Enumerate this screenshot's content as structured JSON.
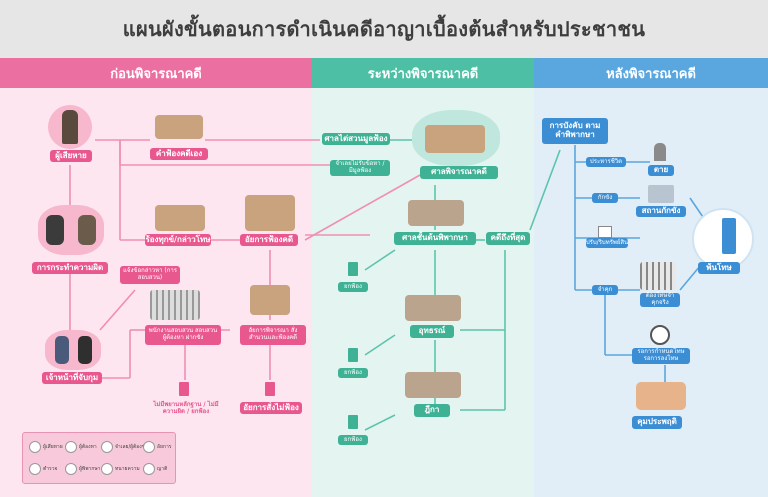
{
  "title": "แผนผังขั้นตอนการดำเนินคดีอาญาเบื้องต้นสำหรับประชาชน",
  "columns": {
    "before": "ก่อนพิจารณาคดี",
    "during": "ระหว่างพิจารณาคดี",
    "after": "หลังพิจารณาคดี"
  },
  "before": {
    "victim": "ผู้เสียหาย",
    "crime": "การกระทำความผิด",
    "officer": "เจ้าหน้าที่จับกุม",
    "private_suit": "คำฟ้องคดีเอง",
    "complaint": "ร้องทุกข์/กล่าวโทษ",
    "prosecutor_sue": "อัยการฟ้องคดี",
    "prosecutor_no_sue": "อัยการสั่งไม่ฟ้อง",
    "note_report": "แจ้งข้อกล่าวหา (การสอบสวน)",
    "note_investigation": "พนักงานสอบสวน สอบสวนผู้ต้องหา ฝากขัง",
    "note_prosecutor": "อัยการพิจารณา สั่งสำนวนและฟ้องคดี",
    "note_release": "ไม่มีพยานหลักฐาน / ไม่มีความผิด / ยกฟ้อง"
  },
  "during": {
    "preliminary": "ศาลไต่สวนมูลฟ้อง",
    "note_preliminary": "จำเลยไม่รับข้อหา / มีมูลฟ้อง",
    "court": "ศาลพิจารณาคดี",
    "first_court": "ศาลชั้นต้นพิพากษา",
    "final": "คดีถึงที่สุด",
    "appeal": "อุทธรณ์",
    "supreme": "ฎีกา",
    "dismissed": "ยกฟ้อง"
  },
  "after": {
    "enforcement": "การบังคับ ตามคำพิพากษา",
    "death_penalty": "ประหารชีวิต",
    "death": "ตาย",
    "jail": "กักขัง",
    "detention_place": "สถานกักขัง",
    "fine": "ปรับ/ริบทรัพย์สิน",
    "prison": "จำคุก",
    "prison_note": "ต้องโทษจำคุกจริง",
    "release": "พ้นโทษ",
    "probation_note": "รอการกำหนดโทษ รอการลงโทษ",
    "probation": "คุมประพฤติ"
  },
  "legend": [
    "ผู้เสียหาย",
    "ผู้ต้องหา",
    "จำเลย/ผู้ต้องขัง",
    "อัยการ",
    "ตำรวจ",
    "ผู้พิพากษา",
    "ทนายความ",
    "ญาติ"
  ],
  "colors": {
    "pink": "#e9578f",
    "green": "#3fb195",
    "blue": "#3c8ed4"
  }
}
